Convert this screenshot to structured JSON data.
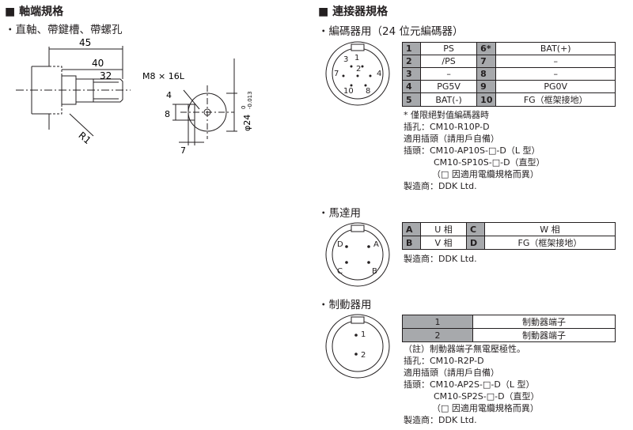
{
  "left": {
    "heading": "■ 軸端規格",
    "subheading": "・直軸、帶鍵槽、帶螺孔",
    "dims": {
      "d45": "45",
      "d40": "40",
      "d32": "32",
      "r1": "R1",
      "m8": "M8 × 16L",
      "d4": "4",
      "d8": "8",
      "d7": "7",
      "dia": "φ24",
      "tol_top": "0",
      "tol_bot": "-0.013"
    }
  },
  "right": {
    "heading": "■ 連接器規格",
    "encoder": {
      "title": "・編碼器用（24 位元編碼器）",
      "pins_left": [
        "3",
        "1",
        "7",
        "2",
        "4",
        "10",
        "8"
      ],
      "rows": [
        [
          "1",
          "PS",
          "6*",
          "BAT(+)"
        ],
        [
          "2",
          "/PS",
          "7",
          "–"
        ],
        [
          "3",
          "–",
          "8",
          "–"
        ],
        [
          "4",
          "PG5V",
          "9",
          "PG0V"
        ],
        [
          "5",
          "BAT(-)",
          "10",
          "FG（框架接地）"
        ]
      ],
      "notes": [
        "* 僅限絕對值編碼器時",
        "插孔：CM10-R10P-D",
        "適用插頭（請用戶自備）",
        "插頭：CM10-AP10S-□-D（L 型）",
        "CM10-SP10S-□-D（直型）",
        "（□ 因適用電纜規格而異）",
        "製造商：DDK Ltd."
      ]
    },
    "motor": {
      "title": "・馬達用",
      "pins": [
        "D",
        "A",
        "C",
        "B"
      ],
      "rows": [
        [
          "A",
          "U 相",
          "C",
          "W 相"
        ],
        [
          "B",
          "V 相",
          "D",
          "FG（框架接地）"
        ]
      ],
      "maker": "製造商：DDK Ltd."
    },
    "brake": {
      "title": "・制動器用",
      "pins": [
        "1",
        "2"
      ],
      "rows": [
        [
          "1",
          "制動器端子"
        ],
        [
          "2",
          "制動器端子"
        ]
      ],
      "notes": [
        "（註）制動器端子無電壓極性。",
        "插孔：CM10-R2P-D",
        "適用插頭（請用戶自備）",
        "插頭：CM10-AP2S-□-D（L 型）",
        "CM10-SP2S-□-D（直型）",
        "（□ 因適用電纜規格而異）",
        "製造商：DDK Ltd."
      ]
    }
  }
}
